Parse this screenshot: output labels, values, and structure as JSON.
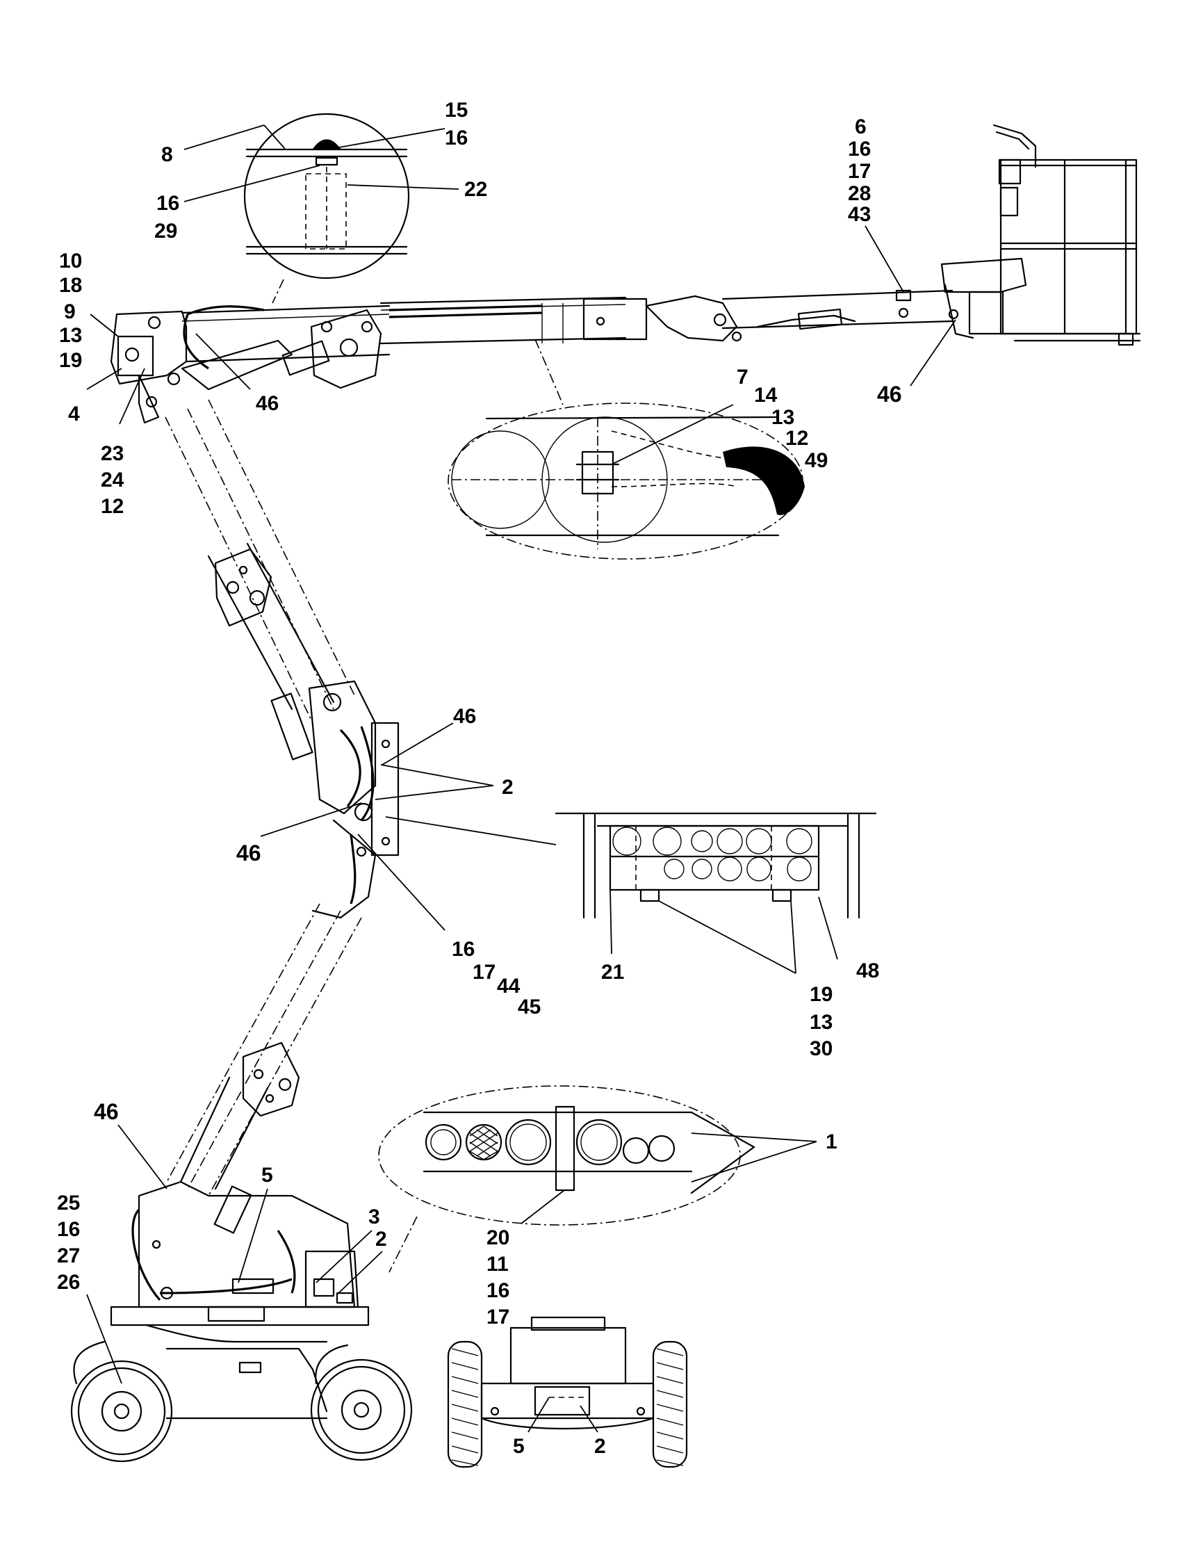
{
  "callouts": {
    "top_inset": [
      "15",
      "16",
      "8",
      "16",
      "22",
      "29"
    ],
    "basket": [
      "6",
      "16",
      "17",
      "28",
      "43",
      "46"
    ],
    "jib_pivot": [
      "10",
      "18",
      "9",
      "13",
      "19",
      "4",
      "46",
      "23",
      "24",
      "12"
    ],
    "boom_inset": [
      "7",
      "14",
      "13",
      "12",
      "49"
    ],
    "elbow": [
      "46",
      "2",
      "46",
      "16",
      "17",
      "44",
      "45"
    ],
    "elbow_inset": [
      "21",
      "48",
      "19",
      "13",
      "30"
    ],
    "base_inset": [
      "1",
      "20",
      "11",
      "16",
      "17"
    ],
    "turntable": [
      "46",
      "5",
      "3",
      "2",
      "25",
      "16",
      "27",
      "26"
    ],
    "rear_view": [
      "5",
      "2"
    ]
  }
}
